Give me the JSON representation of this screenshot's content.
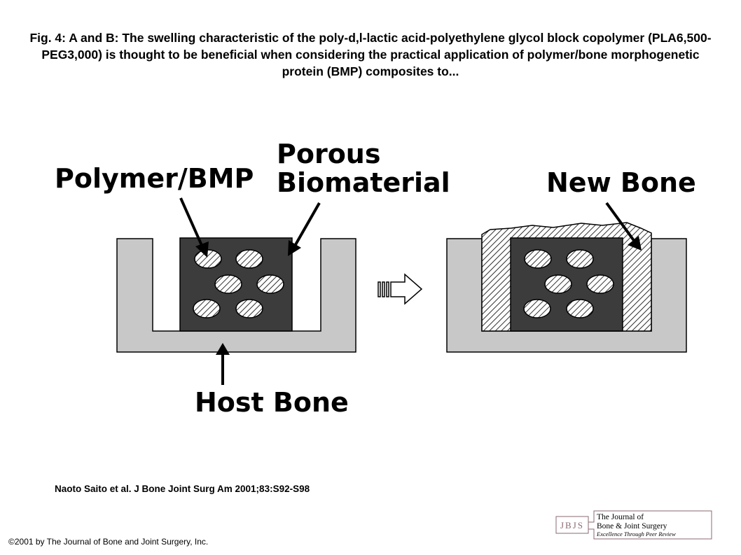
{
  "caption": "Fig. 4: A and B: The swelling characteristic of the poly-d,l-lactic acid-polyethylene glycol block copolymer (PLA6,500-PEG3,000) is thought to be beneficial when considering the practical application of polymer/bone morphogenetic protein (BMP) composites to...",
  "diagram": {
    "label_polymer": "Polymer/BMP",
    "label_porous_line1": "Porous",
    "label_porous_line2": "Biomaterial",
    "label_new_bone": "New Bone",
    "label_host_bone": "Host Bone"
  },
  "citation": "Naoto Saito et al. J Bone Joint Surg Am 2001;83:S92-S98",
  "copyright": "©2001 by The Journal of Bone and Joint Surgery, Inc.",
  "logo": {
    "abbrev": "JBJS",
    "line1": "The Journal of",
    "line2": "Bone & Joint Surgery",
    "tagline": "Excellence Through Peer Review"
  },
  "colors": {
    "host_bone": "#c8c8c8",
    "biomaterial": "#3c3c3c",
    "logo_accent": "#8a6a72"
  }
}
